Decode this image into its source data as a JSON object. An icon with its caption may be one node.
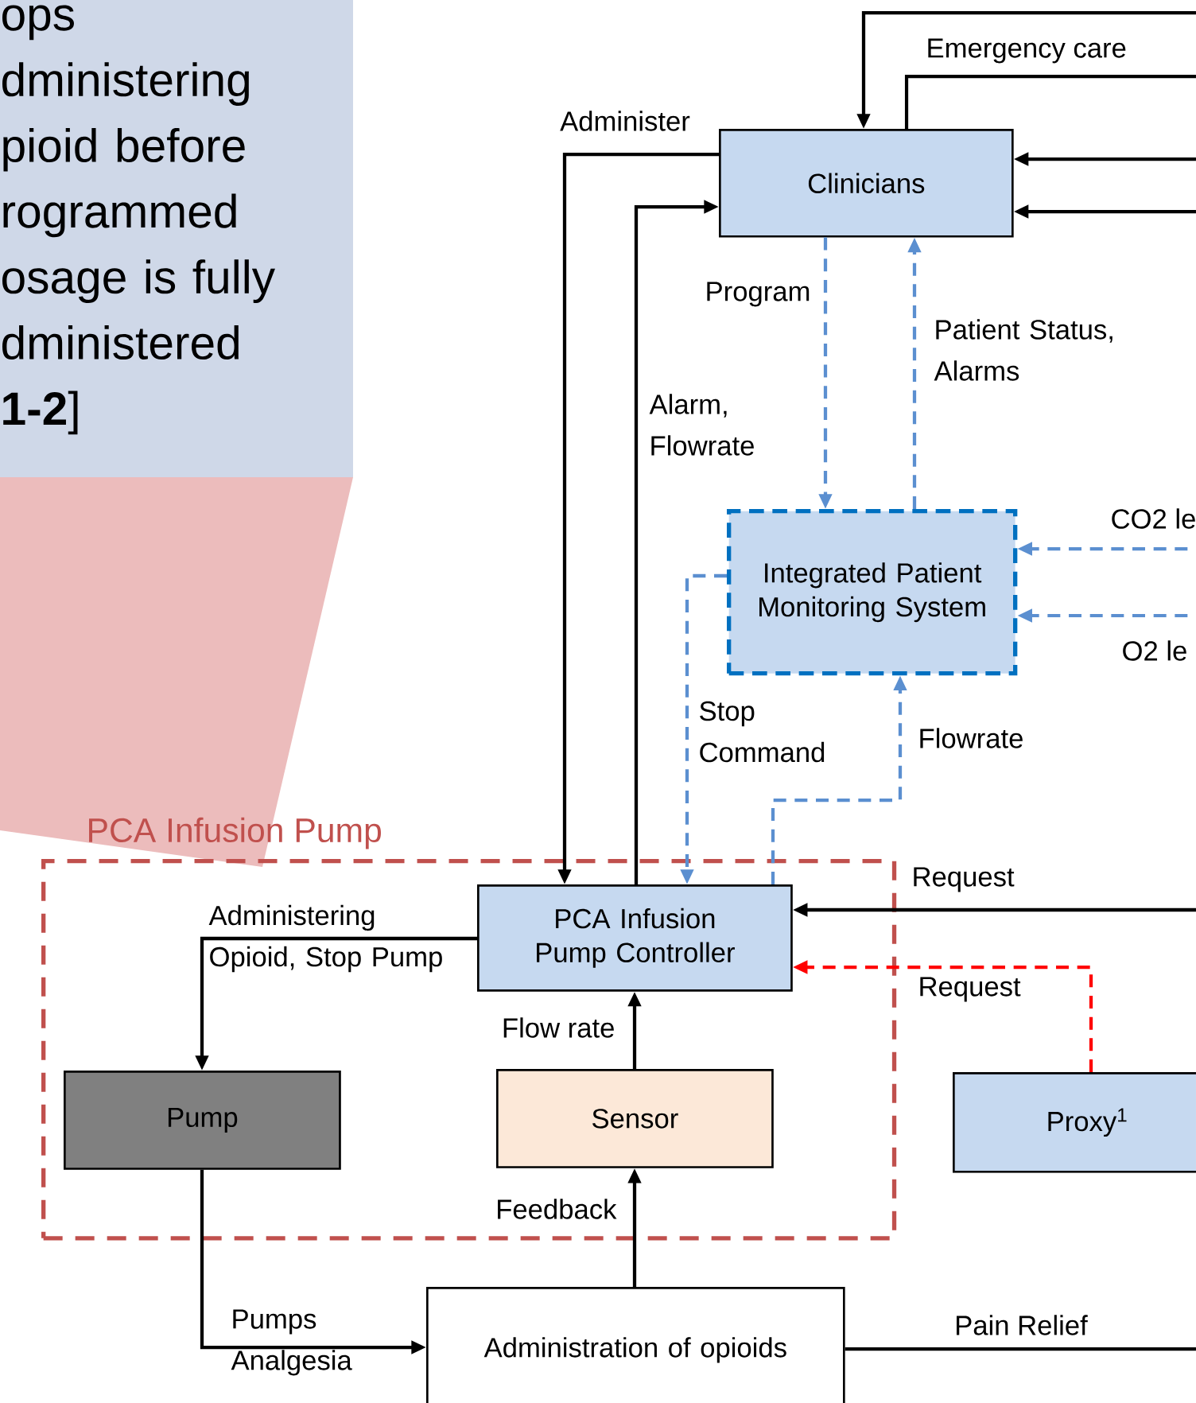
{
  "diagram": {
    "nodes": [
      {
        "text": [
          "ops dministering pioid before rogrammed osage is fully dministered **1-2**]"
        ]
      },
      {
        "text": [
          "Clinicians"
        ]
      },
      {
        "text": [
          "Integrated Patient Monitoring System"
        ]
      },
      {
        "text": [
          "PCA Infusion Pump"
        ]
      },
      {
        "text": [
          "PCA Infusion Pump Controller"
        ],
        "in": 3
      },
      {
        "text": [
          "Pump"
        ],
        "in": 3
      },
      {
        "text": [
          "Sensor"
        ],
        "in": 3
      },
      {
        "text": [
          "Proxy$^{1}$"
        ]
      },
      {
        "text": [
          "Administration of opioids"
        ]
      }
    ],
    "edges": [
      {
        "from": 1,
        "to": 4,
        "arrow": "to",
        "label": "Administer"
      },
      {
        "from": 4,
        "to": 1,
        "arrow": "to",
        "label": "Alarm, Flowrate"
      },
      {
        "from": 1,
        "to": 2,
        "arrow": "to",
        "label": "Program",
        "style": "dashed",
        "color": "#5b8fd0"
      },
      {
        "from": 2,
        "to": 1,
        "arrow": "to",
        "label": "Patient Status, Alarms",
        "style": "dashed",
        "color": "#5b8fd0"
      },
      {
        "from": 2,
        "to": 4,
        "arrow": "to",
        "label": "Stop Command",
        "style": "dashed",
        "color": "#5b8fd0"
      },
      {
        "from": 4,
        "to": 2,
        "arrow": "to",
        "label": "Flowrate",
        "style": "dashed",
        "color": "#5b8fd0"
      },
      {
        "from": null,
        "to": 1,
        "arrow": "to"
      },
      {
        "from": 1,
        "to": null,
        "arrow": "none",
        "label": "Emergency care"
      },
      {
        "from": null,
        "to": 1,
        "arrow": "to"
      },
      {
        "from": null,
        "to": 1,
        "arrow": "to"
      },
      {
        "from": null,
        "to": 2,
        "arrow": "to",
        "label": "CO2 le",
        "style": "dashed",
        "color": "#5b8fd0"
      },
      {
        "from": null,
        "to": 2,
        "arrow": "to",
        "label": "O2 le",
        "style": "dashed",
        "color": "#5b8fd0"
      },
      {
        "from": null,
        "to": 4,
        "arrow": "to",
        "label": "Request"
      },
      {
        "from": 7,
        "to": 4,
        "arrow": "to",
        "label": "Request",
        "style": "dashed",
        "color": "#ff0000"
      },
      {
        "from": 4,
        "to": 5,
        "arrow": "to",
        "label": "Administering Opioid, Stop Pump"
      },
      {
        "from": 6,
        "to": 4,
        "arrow": "to",
        "label": "Flow rate"
      },
      {
        "from": 8,
        "to": 6,
        "arrow": "to",
        "label": "Feedback"
      },
      {
        "from": 5,
        "to": 8,
        "arrow": "to",
        "label": "Pumps Analgesia"
      },
      {
        "from": 8,
        "to": null,
        "arrow": "none",
        "label": "Pain Relief"
      }
    ]
  }
}
